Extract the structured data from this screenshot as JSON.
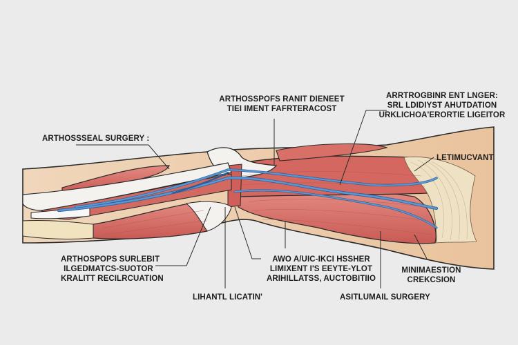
{
  "diagram": {
    "subject": "Leg muscles, tendons and ligaments (anatomical illustration)",
    "colors": {
      "background": "#ebebeb",
      "muscle": "#d9726a",
      "muscle_dark": "#b94f4a",
      "tendon": "#f4f2ef",
      "vessel": "#4a86c5",
      "skin": "#ecc9a6",
      "ligament": "#efe2c4",
      "outline": "#2a2a2a"
    },
    "labels": {
      "top_center": [
        "ARTHOSSPOFS RANIT DIENEET",
        "TIEI IMENT FAFRTERACOST"
      ],
      "top_right": [
        "ARRTROGBINR ENT LNGER:",
        "SRL LDIDIYST AHUTDATION",
        "URKLICHOA'ERORTIE LIGEITOR"
      ],
      "left_upper": [
        "ARTHOSSSEAL SURGERY :"
      ],
      "right_middle": [
        "LETIMUCVANT"
      ],
      "left_lower": [
        "ARTHOSPOPS SURLEBIT",
        "ILGEDMATCS-SUOTOR",
        "KRALITT RECILRCUATION"
      ],
      "center_lower": [
        "AWO A/UIC-IKCI HSSHER",
        "LIMIXENT I'S EEYTE-YLOT",
        "ARIHILLATSS, AUCTOBITIIO"
      ],
      "right_lower": [
        "MINIMAESTION",
        "CREKCSION"
      ],
      "bottom_left": [
        "LIHANTL LICATIN'"
      ],
      "bottom_right": [
        "ASITLUMAIL SURGERY"
      ]
    }
  }
}
